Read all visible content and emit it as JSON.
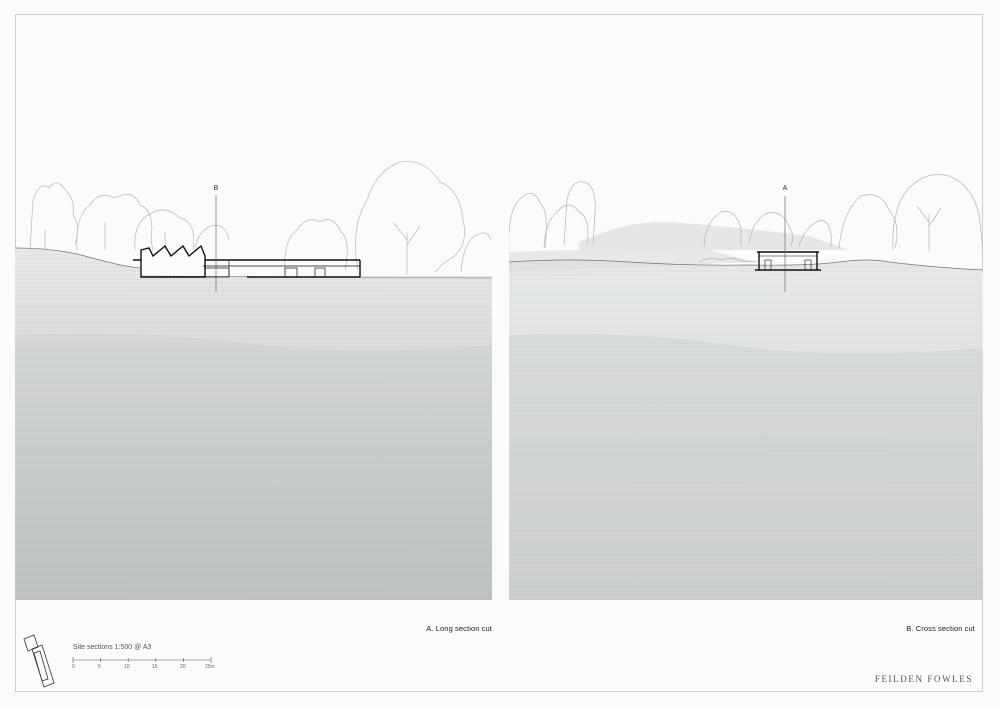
{
  "captions": {
    "long_section": "A. Long section cut",
    "cross_section": "B. Cross section cut"
  },
  "section_markers": {
    "long_section_marker": "B",
    "cross_section_marker": "A"
  },
  "scale": {
    "title": "Site sections 1:500 @ A3",
    "ticks": [
      "0",
      "5",
      "10",
      "15",
      "20",
      "25m"
    ]
  },
  "brand": "FEILDEN FOWLES",
  "colors": {
    "paper": "#fbfbfb",
    "ground_light": "#e2e4e5",
    "ground_dark": "#b7babb",
    "line": "#111111",
    "tree": "#b5b5b5"
  }
}
